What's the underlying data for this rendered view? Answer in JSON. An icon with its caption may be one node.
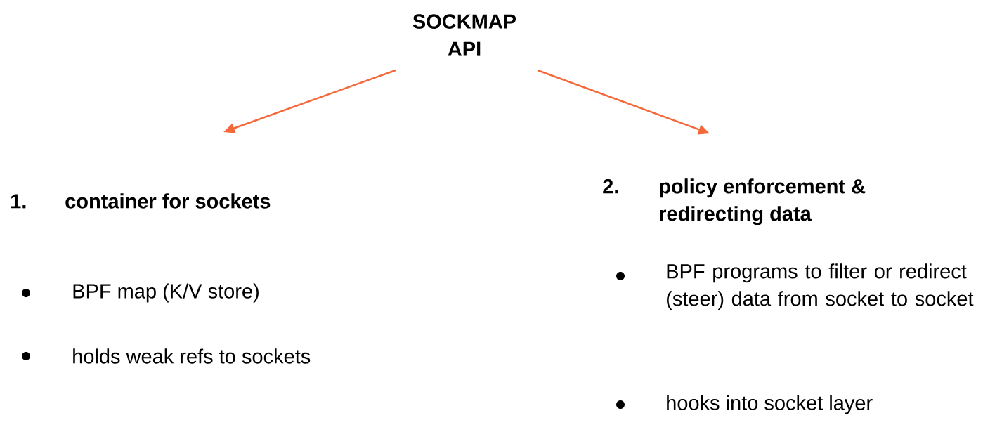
{
  "diagram": {
    "nodes": [
      {
        "text": [
          "SOCKMAP API"
        ]
      },
      {
        "text": [
          "1.",
          "container for sockets"
        ]
      },
      {
        "text": [
          "2.",
          "policy enforcement & redirecting data"
        ]
      }
    ],
    "edges": [
      {
        "from": 0,
        "to": 1,
        "arrow": "to",
        "color": "#f4683a"
      },
      {
        "from": 0,
        "to": 2,
        "arrow": "to",
        "color": "#f4683a"
      }
    ],
    "labels": [
      "BPF map (K/V store)",
      "holds weak refs to sockets",
      "BPF programs to filter or redirect (steer) data from socket to socket",
      "hooks into socket layer"
    ]
  }
}
